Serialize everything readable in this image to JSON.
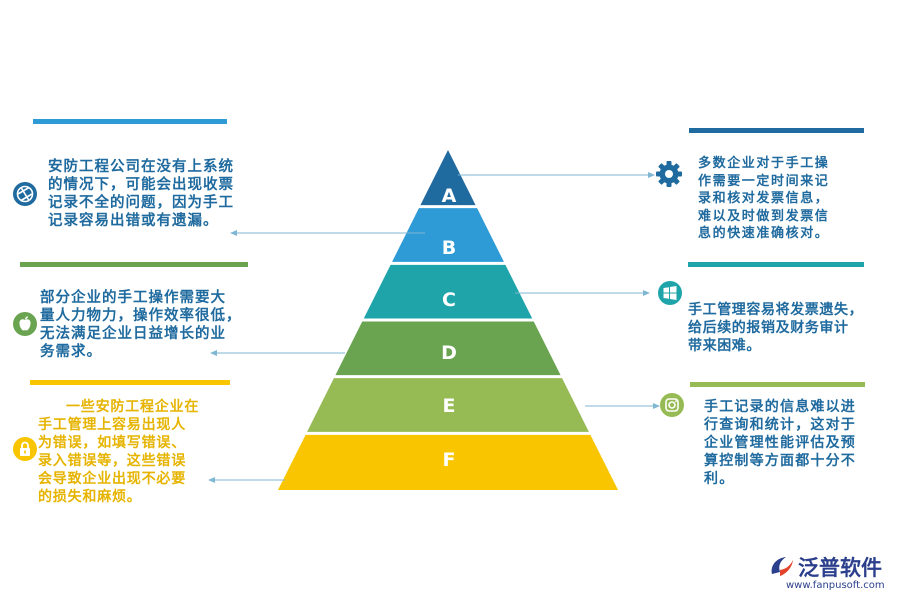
{
  "pyramid": {
    "levels": [
      {
        "label": "A",
        "color": "#1f6a9e"
      },
      {
        "label": "B",
        "color": "#2e9bd6"
      },
      {
        "label": "C",
        "color": "#1fa5a9"
      },
      {
        "label": "D",
        "color": "#6aa451"
      },
      {
        "label": "E",
        "color": "#96bb54"
      },
      {
        "label": "F",
        "color": "#f9c400"
      }
    ]
  },
  "notes": {
    "left_1": {
      "lines": [
        "安防工程公司在没有上系统",
        "的情况下，可能会出现收票",
        "记录不全的问题，因为手工",
        "记录容易出错或有遗漏。"
      ],
      "color": "#1f6a9e",
      "icon": "aperture-icon"
    },
    "left_2": {
      "lines": [
        "部分企业的手工操作需要大",
        "量人力物力，操作效率很低，",
        "无法满足企业日益增长的业",
        "务需求。"
      ],
      "color": "#1f6a9e",
      "icon": "apple-icon"
    },
    "left_3": {
      "lines": [
        "一些安防工程企业在",
        "手工管理上容易出现人",
        "为错误，如填写错误、",
        "录入错误等，这些错误",
        "会导致企业出现不必要",
        "的损失和麻烦。"
      ],
      "color": "#e6b400",
      "icon": "lock-icon"
    },
    "right_1": {
      "lines": [
        "多数企业对于手工操",
        "作需要一定时间来记",
        "录和核对发票信息，",
        "难以及时做到发票信",
        "息的快速准确核对。"
      ],
      "color": "#1f6a9e",
      "icon": "gear-icon"
    },
    "right_2": {
      "lines": [
        "手工管理容易将发票遗失，",
        "给后续的报销及财务审计",
        "带来困难。"
      ],
      "color": "#1f6a9e",
      "icon": "windows-icon"
    },
    "right_3": {
      "lines": [
        "手工记录的信息难以进",
        "行查询和统计，这对于",
        "企业管理性能评估及预",
        "算控制等方面都十分不",
        "利。"
      ],
      "color": "#1f6a9e",
      "icon": "camera-icon"
    }
  },
  "logo": {
    "name": "泛普软件",
    "url": "www.fanpusoft.com",
    "color": "#2b3f8c"
  }
}
